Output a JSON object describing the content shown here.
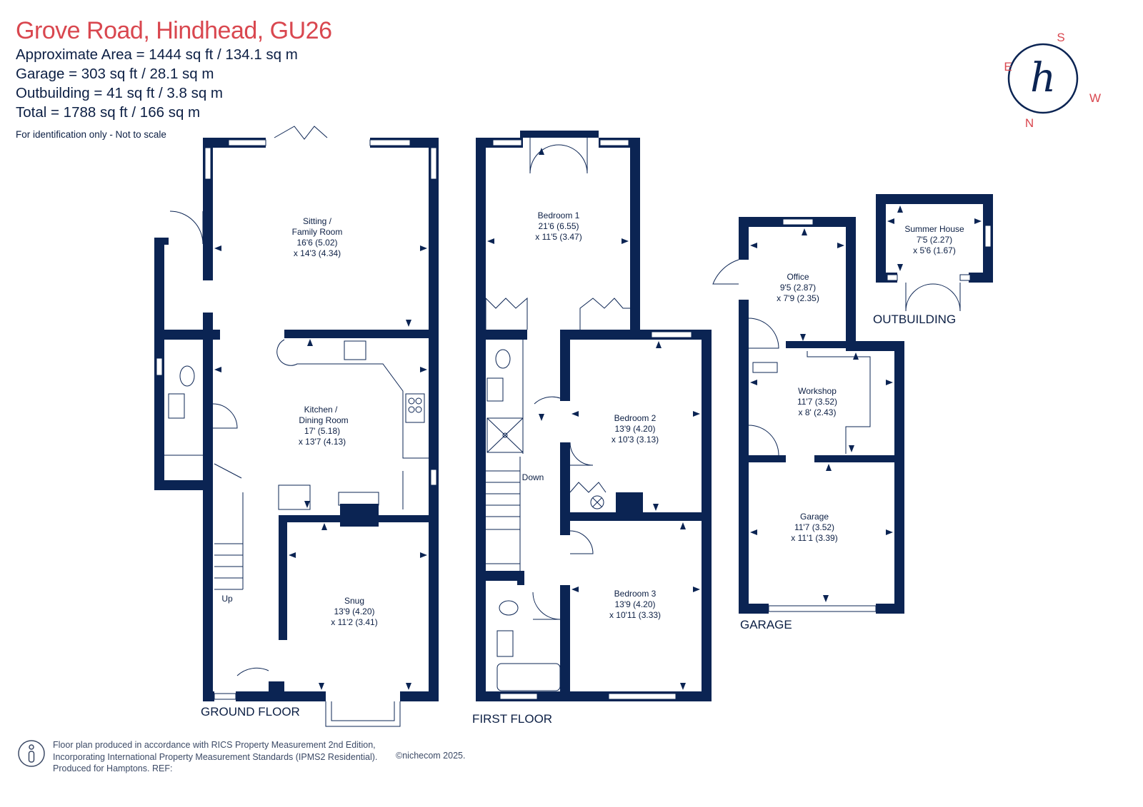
{
  "header": {
    "title": "Grove Road, Hindhead, GU26",
    "approximate_area": "Approximate Area = 1444 sq ft / 134.1 sq m",
    "garage_area": "Garage = 303 sq ft / 28.1 sq m",
    "outbuilding_area": "Outbuilding = 41 sq ft / 3.8 sq m",
    "total_area": "Total = 1788 sq ft / 166 sq m",
    "disclaimer": "For identification only - Not to scale"
  },
  "compass": {
    "n": "N",
    "e": "E",
    "s": "S",
    "w": "W",
    "logo": "h"
  },
  "floors": {
    "ground": "GROUND FLOOR",
    "first": "FIRST FLOOR",
    "garage": "GARAGE",
    "outbuilding": "OUTBUILDING"
  },
  "rooms": {
    "sitting": {
      "name1": "Sitting /",
      "name2": "Family Room",
      "dim1": "16'6 (5.02)",
      "dim2": "x 14'3 (4.34)"
    },
    "kitchen": {
      "name1": "Kitchen /",
      "name2": "Dining Room",
      "dim1": "17' (5.18)",
      "dim2": "x 13'7 (4.13)"
    },
    "snug": {
      "name": "Snug",
      "dim1": "13'9 (4.20)",
      "dim2": "x 11'2 (3.41)"
    },
    "bedroom1": {
      "name": "Bedroom 1",
      "dim1": "21'6 (6.55)",
      "dim2": "x 11'5 (3.47)"
    },
    "bedroom2": {
      "name": "Bedroom 2",
      "dim1": "13'9 (4.20)",
      "dim2": "x 10'3 (3.13)"
    },
    "bedroom3": {
      "name": "Bedroom 3",
      "dim1": "13'9 (4.20)",
      "dim2": "x 10'11 (3.33)"
    },
    "office": {
      "name": "Office",
      "dim1": "9'5 (2.87)",
      "dim2": "x 7'9 (2.35)"
    },
    "workshop": {
      "name": "Workshop",
      "dim1": "11'7 (3.52)",
      "dim2": "x 8' (2.43)"
    },
    "garage": {
      "name": "Garage",
      "dim1": "11'7 (3.52)",
      "dim2": "x 11'1 (3.39)"
    },
    "summer_house": {
      "name": "Summer House",
      "dim1": "7'5 (2.27)",
      "dim2": "x 5'6 (1.67)"
    }
  },
  "stairs": {
    "up": "Up",
    "down": "Down"
  },
  "footer": {
    "line1": "Floor plan produced in accordance with RICS Property Measurement 2nd Edition,",
    "line2": "Incorporating International Property Measurement Standards (IPMS2 Residential).",
    "line3": "Produced for Hamptons.  REF:",
    "copyright": "©nichecom 2025."
  },
  "colors": {
    "accent": "#d9474f",
    "wall": "#0b2453"
  }
}
